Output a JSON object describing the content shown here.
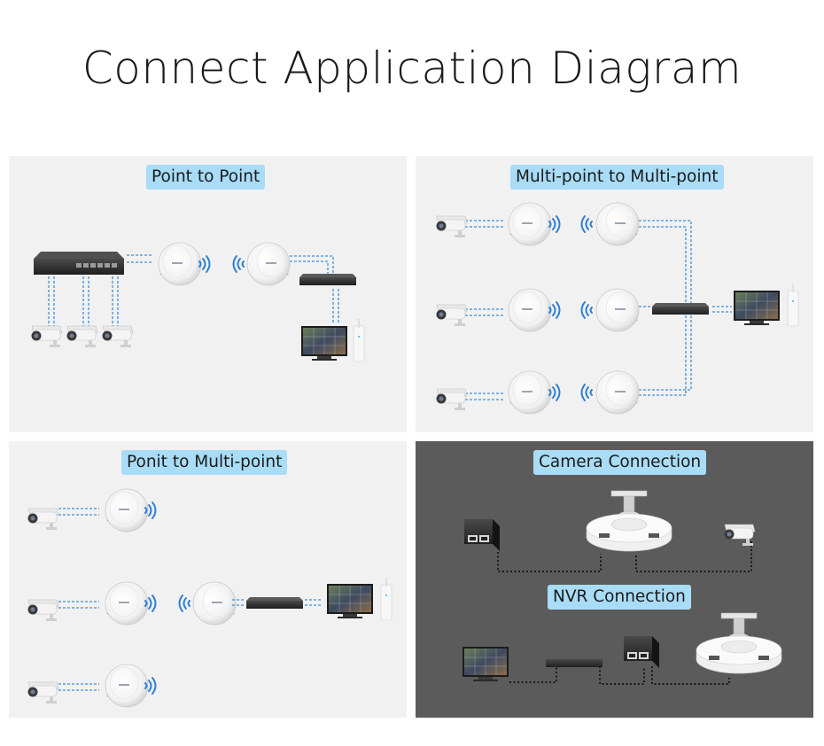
{
  "title": "Connect Application Diagram",
  "panels": {
    "p2p": {
      "label": "Point to Point"
    },
    "mp2mp": {
      "label": "Multi-point to Multi-point"
    },
    "p2mp": {
      "label": "Ponit to Multi-point"
    },
    "camera": {
      "label": "Camera Connection"
    },
    "nvr": {
      "label": "NVR Connection"
    }
  },
  "colors": {
    "panel_bg": "#f1f1f1",
    "dark_panel_bg": "#5b5b5b",
    "label_bg": "#a9dcf6",
    "dashed_link": "#3a8fe0",
    "wifi_wave": "#2f7fd8",
    "cable": "#1a1a1a"
  },
  "icons": [
    "switch-icon",
    "cpe-antenna-icon",
    "wifi-signal-icon",
    "nvr-recorder-icon",
    "monitor-icon",
    "camera-icon",
    "poe-injector-icon",
    "ceiling-ap-icon"
  ]
}
